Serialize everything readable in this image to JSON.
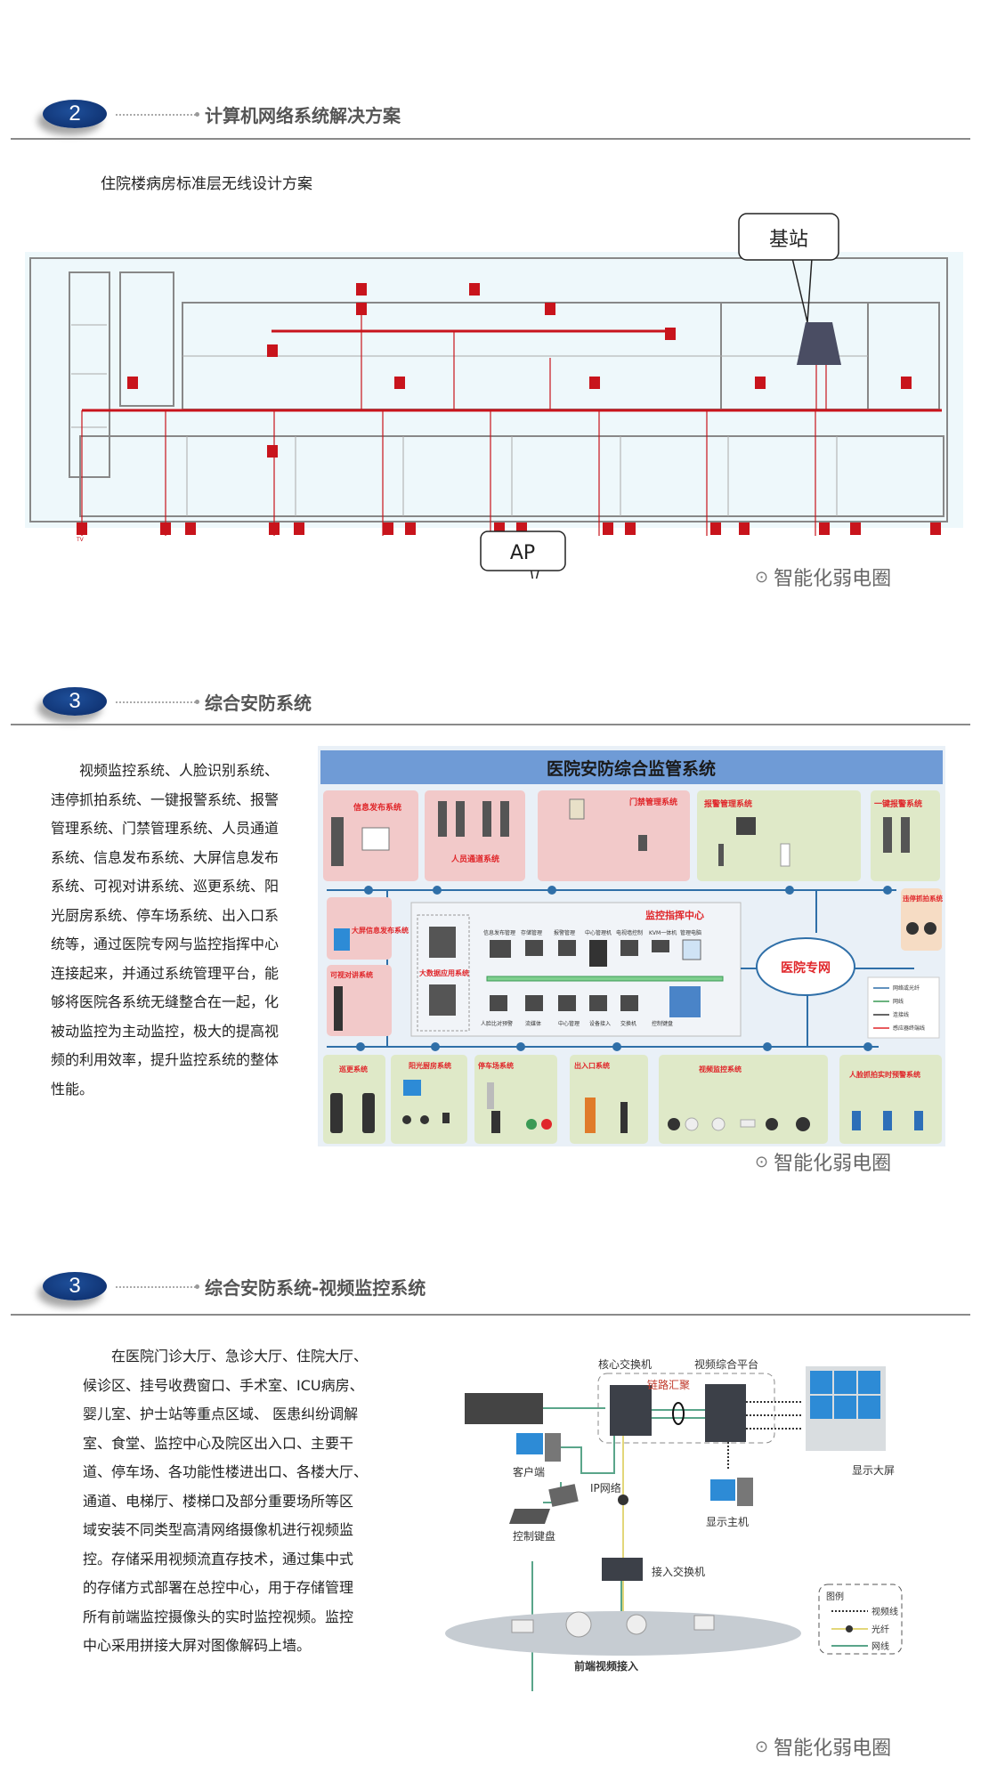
{
  "section_network": {
    "number": "2",
    "title": "计算机网络系统解决方案",
    "subtitle": "住院楼病房标准层无线设计方案",
    "floorplan": {
      "callout_base_station": "基站",
      "callout_ap": "AP",
      "outlet_label": "TV"
    }
  },
  "section_security": {
    "number": "3",
    "title": "综合安防系统",
    "paragraph_lines": [
      "视频监控系统、人脸识别系统、",
      "违停抓拍系统、一键报警系统、报警",
      "管理系统、门禁管理系统、人员通道",
      "系统、信息发布系统、大屏信息发布",
      "系统、可视对讲系统、巡更系统、阳",
      "光厨房系统、停车场系统、出入口系",
      "统等，通过医院专网与监控指挥中心",
      "连接起来，并通过系统管理平台，能",
      "够将医院各系统无缝整合在一起，化",
      "被动监控为主动监控，极大的提高视",
      "频的利用效率，提升监控系统的整体",
      "性能。"
    ],
    "diagram": {
      "title": "医院安防综合监管系统",
      "top_panels": [
        "信息发布系统",
        "人员通道系统",
        "门禁管理系统",
        "报警管理系统",
        "一键报警系统"
      ],
      "left_panels": [
        "大屏信息发布系统",
        "可视对讲系统"
      ],
      "right_panel": "违停抓拍系统",
      "center_title": "监控指挥中心",
      "bigdata": "大数据应用系统",
      "center_top_devices": [
        "信息发布管理",
        "存储管理",
        "报警管理",
        "中心管理机",
        "电视墙控制",
        "KVM一体机",
        "管理电脑"
      ],
      "center_bottom_devices": [
        "人脸比对预警",
        "流媒体",
        "中心管理",
        "设备接入",
        "交换机",
        "控制键盘"
      ],
      "cloud": "医院专网",
      "legend": [
        "网络或光纤",
        "网线",
        "连接线",
        "感应器终端线"
      ],
      "bottom_panels": [
        "巡更系统",
        "阳光厨房系统",
        "停车场系统",
        "出入口系统",
        "视频监控系统",
        "人脸抓拍实时预警系统"
      ],
      "colors": {
        "title_bar": "#6f9bd6",
        "pink_panel": "#f2c9c9",
        "green_panel": "#dfe9c8",
        "panel_title": "#e0262a",
        "bus": "#2f6fa8"
      }
    }
  },
  "section_video": {
    "number": "3",
    "title": "综合安防系统-视频监控系统",
    "paragraph_lines": [
      "在医院门诊大厅、急诊大厅、住院大厅、",
      "候诊区、挂号收费窗口、手术室、ICU病房、",
      "婴儿室、护士站等重点区域、 医患纠纷调解",
      "室、食堂、监控中心及院区出入口、主要干",
      "道、停车场、各功能性楼进出口、各楼大厅、",
      "通道、电梯厅、楼梯口及部分重要场所等区",
      "域安装不同类型高清网络摄像机进行视频监",
      "控。存储采用视频流直存技术，通过集中式",
      "的存储方式部署在总控中心，用于存储管理",
      "所有前端监控摄像头的实时监控视频。监控",
      "中心采用拼接大屏对图像解码上墙。"
    ],
    "diagram": {
      "core_switch": "核心交换机",
      "video_platform": "视频综合平台",
      "link_aggregation": "链路汇聚",
      "display_wall": "显示大屏",
      "client": "客户端",
      "ip_network": "IP网络",
      "control_keyboard": "控制键盘",
      "display_host": "显示主机",
      "access_switch": "接入交换机",
      "frontend": "前端视频接入",
      "legend_title": "图例",
      "legend": [
        "视频线",
        "光纤",
        "网线"
      ],
      "colors": {
        "network_line": "#5aa58a",
        "fiber_line": "#e3d77a",
        "link_label": "#c0392b"
      }
    }
  },
  "watermark": "智能化弱电圈"
}
